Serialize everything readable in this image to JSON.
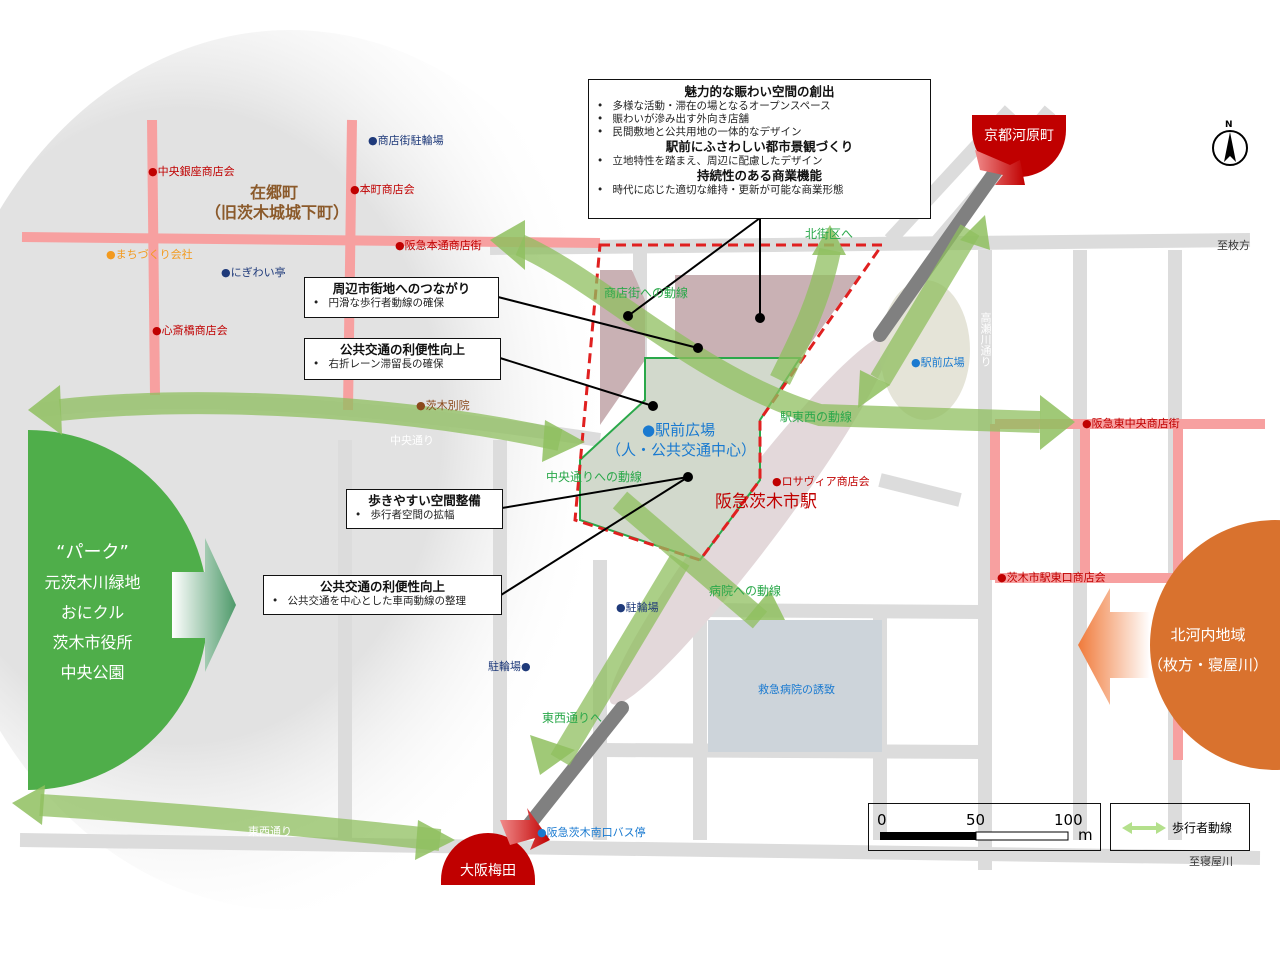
{
  "areas": {
    "zaigo": [
      "在郷町",
      "（旧茨木城城下町）"
    ],
    "park": [
      "“パーク”",
      "元茨木川緑地",
      "おにクル",
      "茨木市役所",
      "中央公園"
    ],
    "kitakawachi": [
      "北河内地域",
      "（枚方・寝屋川）"
    ],
    "station_plaza": [
      "●駅前広場",
      "（人・公共交通中心）"
    ],
    "station_name": "阪急茨木市駅",
    "hospital": "救急病院の誘致"
  },
  "terminals": {
    "kyoto": "京都河原町",
    "osaka": "大阪梅田"
  },
  "shopping": [
    "中央銀座商店会",
    "本町商店会",
    "阪急本通商店街",
    "心斎橋商店会",
    "ロサヴィア商店会",
    "阪急東中央商店街",
    "茨木市駅東口商店会"
  ],
  "facilities": {
    "shoutengai_parking": "商店街駐輪場",
    "nigiwai": "にぎわい亭",
    "machizukuri": "まちづくり会社",
    "betsuin": "茨木別院",
    "east_plaza": "駅前広場",
    "bike1": "駐輪場",
    "bike2": "駐輪場",
    "bus_stop": "阪急茨木南口バス停"
  },
  "routes": {
    "chuo_dori": "中央通り",
    "touzai_dori": "東西通り",
    "takasegawa": "高瀬川通り",
    "to_hirakata": "至枚方",
    "to_neyagawa": "至寝屋川",
    "kitagaiku": "北街区へ",
    "to_shoutengai": "商店街への動線",
    "east_west": "駅東西の動線",
    "to_chuo": "中央通りへの動線",
    "to_hospital": "病院への動線",
    "to_touzai": "東西通りへ"
  },
  "callouts": [
    {
      "sections": [
        {
          "heading": "魅力的な賑わい空間の創出",
          "bullets": [
            "多様な活動・滞在の場となるオープンスペース",
            "賑わいが滲み出す外向き店舗",
            "民間敷地と公共用地の一体的なデザイン"
          ]
        },
        {
          "heading": "駅前にふさわしい都市景観づくり",
          "bullets": [
            "立地特性を踏まえ、周辺に配慮したデザイン"
          ]
        },
        {
          "heading": "持続性のある商業機能",
          "bullets": [
            "時代に応じた適切な維持・更新が可能な商業形態"
          ]
        }
      ]
    },
    {
      "heading": "周辺市街地へのつながり",
      "bullet": "円滑な歩行者動線の確保"
    },
    {
      "heading": "公共交通の利便性向上",
      "bullet": "右折レーン滞留長の確保"
    },
    {
      "heading": "歩きやすい空間整備",
      "bullet": "歩行者空間の拡幅"
    },
    {
      "heading": "公共交通の利便性向上",
      "bullet": "公共交通を中心とした車両動線の整理"
    }
  ],
  "scale": {
    "ticks": [
      "0",
      "50",
      "100"
    ],
    "unit": "m"
  },
  "legend": {
    "pedestrian": "歩行者動線"
  },
  "north": "N",
  "colors": {
    "road": "#dcdcdc",
    "shopping_street": "#f7a0a0",
    "pedestrian": "#8fbf5f",
    "park": "#4fae4a",
    "kitakawachi": "#d9722e",
    "terminal": "#c00000",
    "boundary": "#e02020"
  }
}
